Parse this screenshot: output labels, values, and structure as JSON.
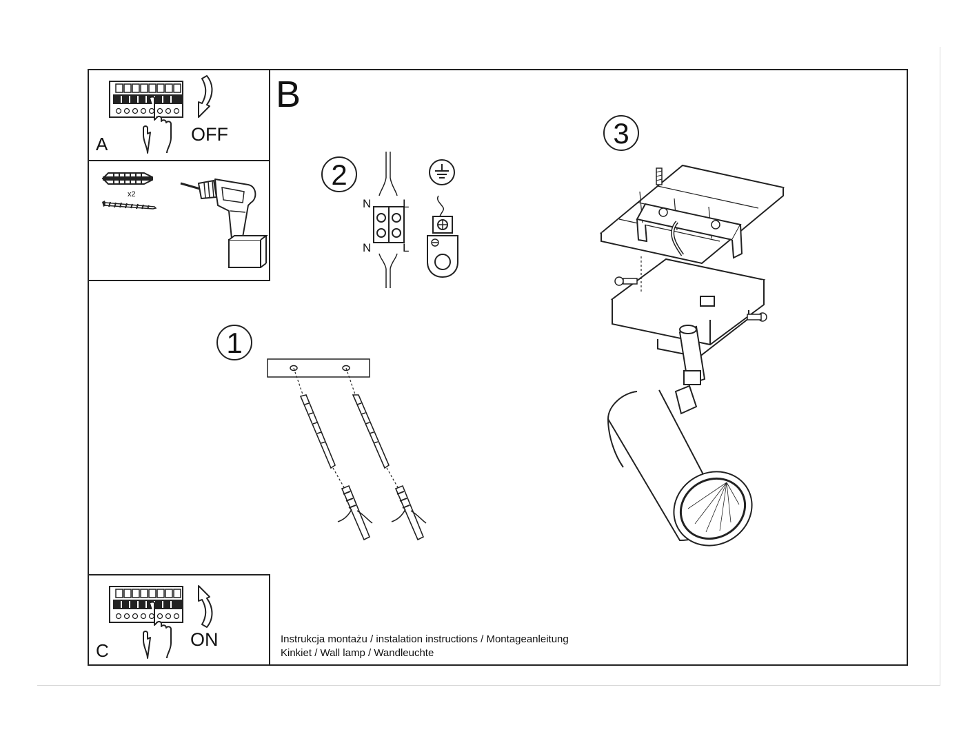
{
  "panel_a": {
    "letter": "A",
    "state_label": "OFF"
  },
  "tools": {
    "dowel_count": "x2"
  },
  "section_b": {
    "letter": "B"
  },
  "steps": {
    "one": "1",
    "two": "2",
    "three": "3"
  },
  "wiring": {
    "neutral_label": "N",
    "live_label": "L"
  },
  "panel_c": {
    "letter": "C",
    "state_label": "ON"
  },
  "caption": {
    "line1": "Instrukcja montażu / instalation instructions / Montageanleitung",
    "line2": "Kinkiet / Wall lamp / Wandleuchte"
  }
}
